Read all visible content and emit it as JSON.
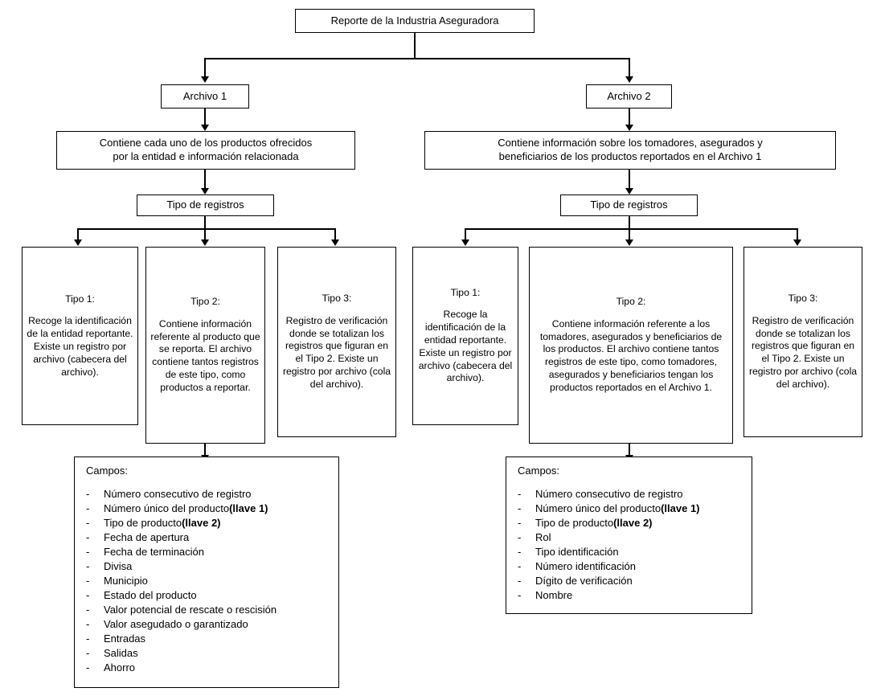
{
  "diagram": {
    "title": "Reporte de la Industria Aseguradora",
    "root": {
      "label": "Reporte de la Industria Aseguradora"
    },
    "branches": [
      {
        "id": "archivo-1",
        "label": "Archivo 1",
        "description": "Contiene cada uno de los productos ofrecidos por la entidad e información relacionada",
        "description_lines": [
          "Contiene cada uno de los productos ofrecidos",
          "por la entidad e información relacionada"
        ],
        "registros_label": "Tipo de registros",
        "tipos": [
          {
            "title": "Tipo 1:",
            "text": "Recoge la identificación de la entidad reportante. Existe un registro por archivo (cabecera del archivo)."
          },
          {
            "title": "Tipo 2:",
            "text": "Contiene información referente al producto que se reporta. El archivo contiene tantos registros de este tipo, como productos a reportar."
          },
          {
            "title": "Tipo 3:",
            "text": "Registro de verificación donde se totalizan los registros que figuran en el Tipo 2. Existe un registro por archivo (cola del archivo)."
          }
        ],
        "campos": {
          "header": "Campos:",
          "items": [
            {
              "text": "Número consecutivo de registro",
              "emphasis": ""
            },
            {
              "text": "Número único del producto ",
              "emphasis": "(llave 1)"
            },
            {
              "text": "Tipo de producto ",
              "emphasis": "(llave 2)"
            },
            {
              "text": "Fecha de apertura",
              "emphasis": ""
            },
            {
              "text": "Fecha de terminación",
              "emphasis": ""
            },
            {
              "text": "Divisa",
              "emphasis": ""
            },
            {
              "text": "Municipio",
              "emphasis": ""
            },
            {
              "text": "Estado del producto",
              "emphasis": ""
            },
            {
              "text": "Valor potencial de rescate o rescisión",
              "emphasis": ""
            },
            {
              "text": "Valor asegudado o garantizado",
              "emphasis": ""
            },
            {
              "text": "Entradas",
              "emphasis": ""
            },
            {
              "text": "Salidas",
              "emphasis": ""
            },
            {
              "text": "Ahorro",
              "emphasis": ""
            }
          ]
        }
      },
      {
        "id": "archivo-2",
        "label": "Archivo 2",
        "description": "Contiene información sobre los tomadores, asegurados y beneficiarios de los productos reportados en el Archivo 1",
        "description_lines": [
          "Contiene información sobre los tomadores, asegurados y",
          "beneficiarios de los productos reportados en el Archivo 1"
        ],
        "registros_label": "Tipo de registros",
        "tipos": [
          {
            "title": "Tipo 1:",
            "text": "Recoge la identificación de la entidad reportante. Existe un registro por archivo (cabecera del archivo)."
          },
          {
            "title": "Tipo 2:",
            "text": "Contiene información referente a los tomadores, asegurados y beneficiarios de los productos. El archivo contiene tantos registros de este tipo, como tomadores, asegurados y beneficiarios tengan los productos reportados en el Archivo 1."
          },
          {
            "title": "Tipo 3:",
            "text": "Registro de verificación donde se totalizan los registros que figuran en el Tipo 2. Existe un registro por archivo (cola del archivo)."
          }
        ],
        "campos": {
          "header": "Campos:",
          "items": [
            {
              "text": "Número consecutivo de registro",
              "emphasis": ""
            },
            {
              "text": "Número único del producto ",
              "emphasis": "(llave 1)"
            },
            {
              "text": "Tipo de producto ",
              "emphasis": "(llave 2)"
            },
            {
              "text": "Rol",
              "emphasis": ""
            },
            {
              "text": "Tipo identificación",
              "emphasis": ""
            },
            {
              "text": "Número identificación",
              "emphasis": ""
            },
            {
              "text": "Dígito de verificación",
              "emphasis": ""
            },
            {
              "text": "Nombre",
              "emphasis": ""
            }
          ]
        }
      }
    ],
    "bullet_dash": "-",
    "colors": {
      "stroke": "#000000",
      "fill": "#ffffff",
      "text": "#000000"
    }
  }
}
